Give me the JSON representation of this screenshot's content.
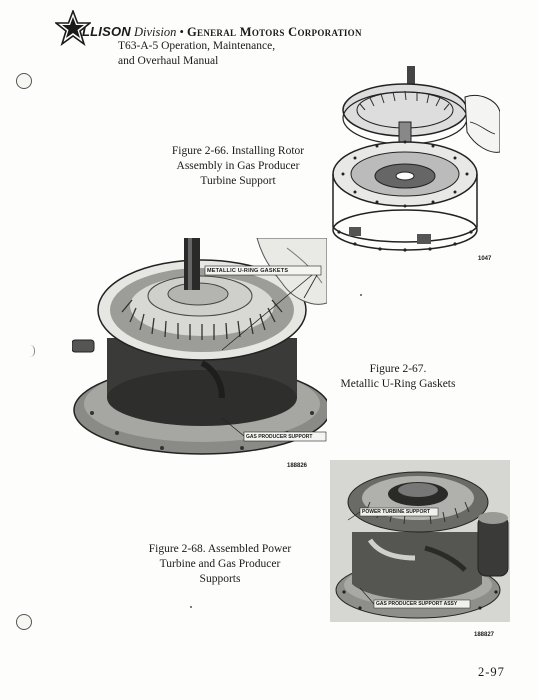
{
  "header": {
    "brand": "LLISON",
    "division": "Division",
    "separator": "•",
    "corporation": "General Motors Corporation",
    "manual_line1": "T63-A-5 Operation, Maintenance,",
    "manual_line2": "and Overhaul Manual"
  },
  "figures": [
    {
      "caption_line1": "Figure 2-66.  Installing Rotor",
      "caption_line2": "Assembly in Gas Producer",
      "caption_line3": "Turbine Support",
      "photo_ref": "1047"
    },
    {
      "caption_line1": "Figure 2-67.",
      "caption_line2": "Metallic U-Ring Gaskets",
      "callouts": [
        "METALLIC U-RING GASKETS",
        "GAS PRODUCER SUPPORT"
      ],
      "photo_ref": "188826"
    },
    {
      "caption_line1": "Figure 2-68.  Assembled Power",
      "caption_line2": "Turbine and Gas Producer",
      "caption_line3": "Supports",
      "callouts": [
        "POWER TURBINE SUPPORT",
        "GAS PRODUCER SUPPORT ASSY"
      ],
      "photo_ref": "188827"
    }
  ],
  "page_number": "2-97"
}
